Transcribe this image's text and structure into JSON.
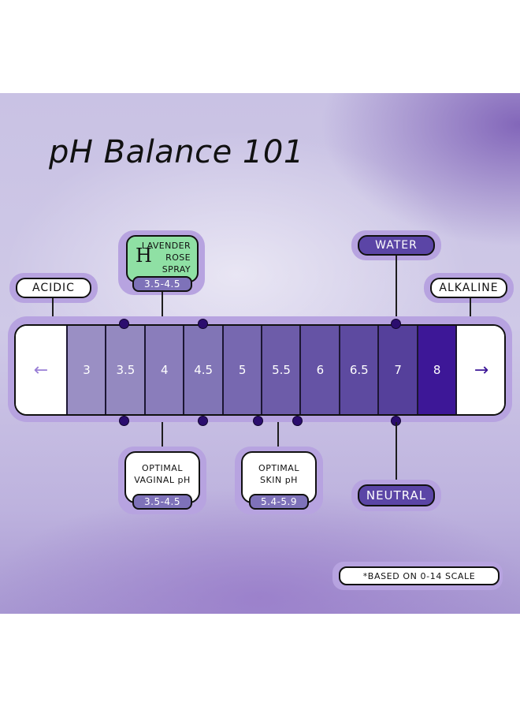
{
  "title": "pH Balance 101",
  "scale": {
    "left_arrow": "←",
    "right_arrow": "→",
    "cells": [
      {
        "label": "3",
        "color": "#9a8fc4"
      },
      {
        "label": "3.5",
        "color": "#9489c0"
      },
      {
        "label": "4",
        "color": "#8a7dbb"
      },
      {
        "label": "4.5",
        "color": "#8175b6"
      },
      {
        "label": "5",
        "color": "#7768b0"
      },
      {
        "label": "5.5",
        "color": "#6d5ca9"
      },
      {
        "label": "6",
        "color": "#6553a5"
      },
      {
        "label": "6.5",
        "color": "#5d4aa0"
      },
      {
        "label": "7",
        "color": "#55409b"
      },
      {
        "label": "8",
        "color": "#3d1797"
      }
    ]
  },
  "labels": {
    "acidic": "ACIDIC",
    "alkaline": "ALKALINE",
    "water": "WATER",
    "neutral": "NEUTRAL"
  },
  "product": {
    "brand_letter": "H",
    "line1": "LAVENDER",
    "line2": "ROSE",
    "line3": "SPRAY",
    "range": "3.5-4.5"
  },
  "vaginal": {
    "line1": "OPTIMAL",
    "line2": "VAGINAL pH",
    "range": "3.5-4.5"
  },
  "skin": {
    "line1": "OPTIMAL",
    "line2": "SKIN pH",
    "range": "5.4-5.9"
  },
  "footnote": "*BASED ON 0-14 SCALE",
  "colors": {
    "accent_lavender": "#b7a3e0",
    "dark_purple": "#5b45a6",
    "deep_purple": "#3d1797",
    "product_green": "#8fe0a4"
  }
}
